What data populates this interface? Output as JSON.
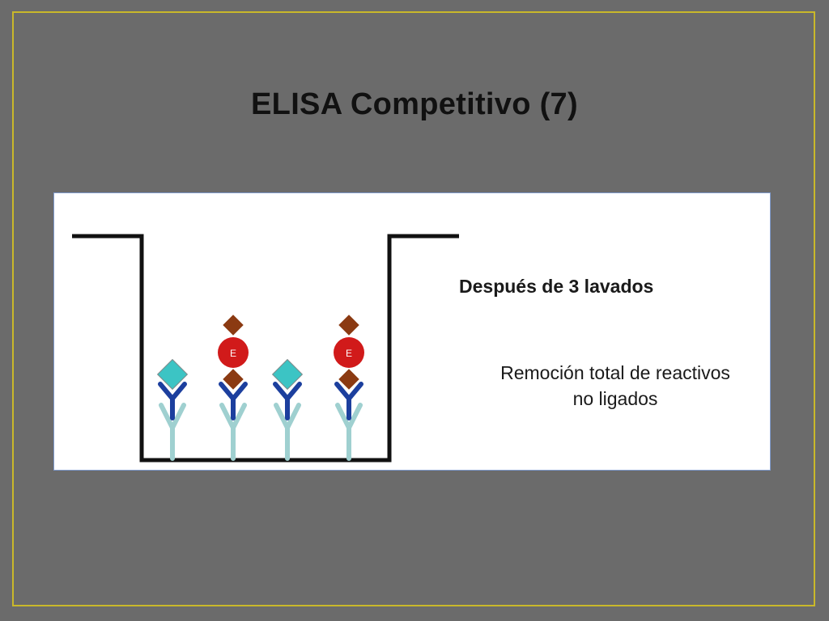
{
  "slide": {
    "title": "ELISA Competitivo (7)"
  },
  "diagram": {
    "caption": "Después de 3 lavados",
    "description_line1": "Remoción total de reactivos",
    "description_line2": "no ligados",
    "enzyme_label": "E",
    "wells": [
      {
        "bound": "antigen"
      },
      {
        "bound": "enzyme-conjugate"
      },
      {
        "bound": "antigen"
      },
      {
        "bound": "enzyme-conjugate"
      }
    ],
    "colors": {
      "frame": "#c9b82a",
      "capture_antibody": "#9fd0d0",
      "detection_antibody": "#1c3f9e",
      "antigen": "#3cc4c4",
      "hapten": "#8b3a12",
      "enzyme": "#d11a1a"
    }
  }
}
